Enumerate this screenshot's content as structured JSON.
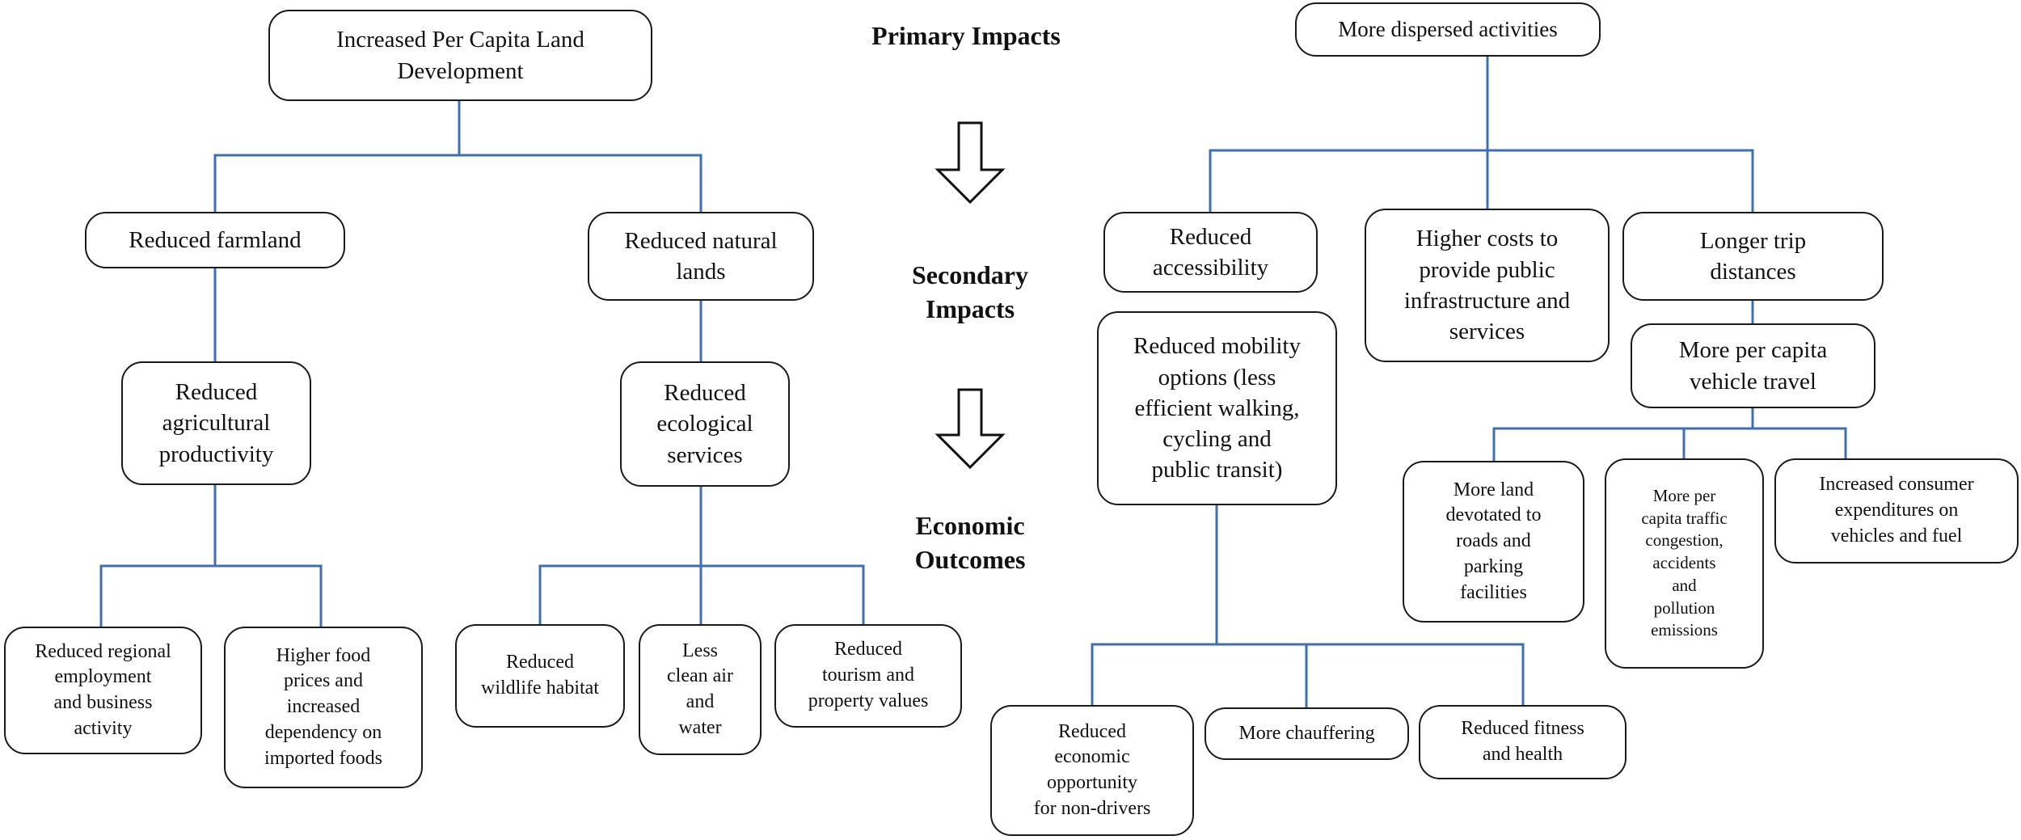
{
  "stage_labels": {
    "primary": "Primary Impacts",
    "secondary": "Secondary\nImpacts",
    "outcomes": "Economic\nOutcomes"
  },
  "nodes": {
    "land_development": "Increased  Per Capita Land\nDevelopment",
    "reduced_farmland": "Reduced farmland",
    "reduced_natural_lands": "Reduced natural\nlands",
    "reduced_agri_productivity": "Reduced\nagricultural\nproductivity",
    "reduced_ecological_services": "Reduced\necological\nservices",
    "reduced_regional_employment": "Reduced regional\nemployment\nand business\nactivity",
    "higher_food_prices": "Higher food\nprices and\nincreased\ndependency on\nimported foods",
    "reduced_wildlife_habitat": "Reduced\nwildlife habitat",
    "less_clean_air": "Less\nclean air\nand\nwater",
    "reduced_tourism": "Reduced\ntourism and\nproperty values",
    "dispersed_activities": "More dispersed activities",
    "reduced_accessibility": "Reduced\naccessibility",
    "higher_costs_infrastructure": "Higher costs to\nprovide public\ninfrastructure and\nservices",
    "longer_trip_distances": "Longer trip\ndistances",
    "reduced_mobility_options": "Reduced mobility\noptions (less\nefficient walking,\ncycling and\npublic transit)",
    "more_vehicle_travel": "More per capita\nvehicle travel",
    "more_land_roads": "More land\ndevotated to\nroads and\nparking\nfacilities",
    "more_traffic_congestion": "More per\ncapita traffic\ncongestion,\naccidents\nand\npollution\nemissions",
    "increased_consumer_expenditures": "Increased consumer\nexpenditures on\nvehicles and fuel",
    "reduced_economic_opportunity": "Reduced\neconomic\nopportunity\nfor non-drivers",
    "more_chauffering": "More chauffering",
    "reduced_fitness": "Reduced fitness\nand health"
  },
  "colors": {
    "connector": "#3f6fb0",
    "box_border": "#1a1a1a",
    "arrow": "#111111"
  }
}
